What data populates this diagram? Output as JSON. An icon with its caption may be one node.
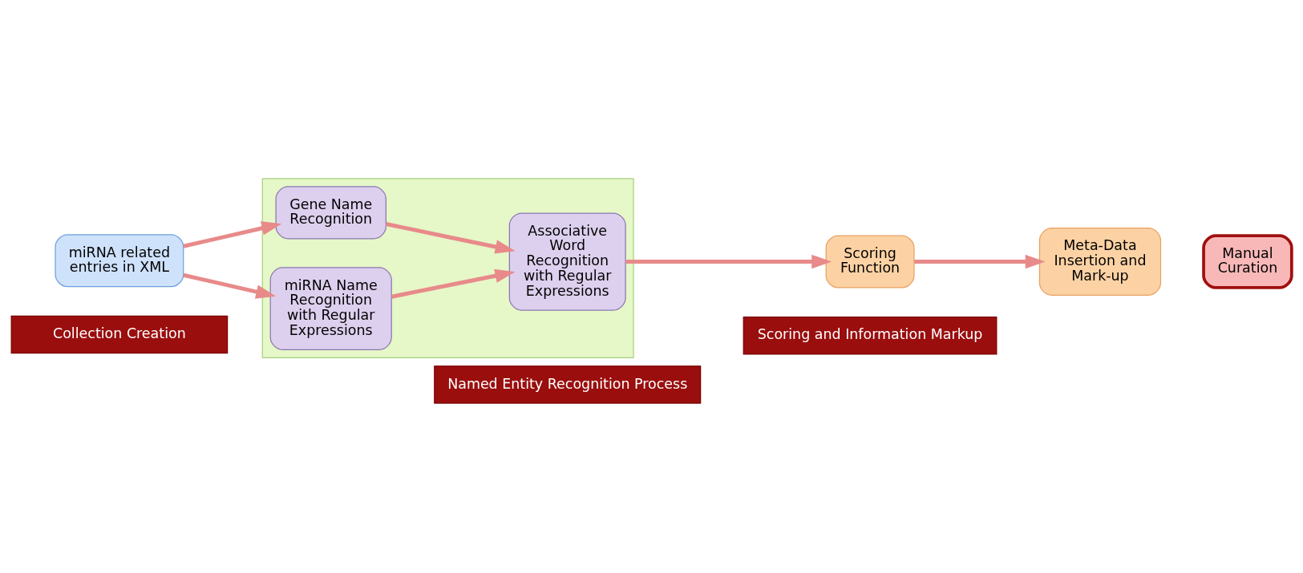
{
  "diagram": {
    "nodes": [
      {
        "text": [
          "miRNA related entries in XML"
        ]
      },
      {
        "text": [],
        "shape": "box"
      },
      {
        "text": [
          "Gene Name Recognition"
        ],
        "in": 1
      },
      {
        "text": [
          "Associative Word Recognition with Regular Expressions"
        ],
        "in": 1
      },
      {
        "text": [
          "miRNA Name Recognition with Regular Expressions"
        ],
        "in": 1
      },
      {
        "text": [
          "Scoring Function"
        ]
      },
      {
        "text": [
          "Meta-Data Insertion and Mark-up"
        ]
      },
      {
        "text": [
          "Manual Curation"
        ]
      },
      {
        "text": [
          "Collection Creation"
        ]
      },
      {
        "text": [
          "Named Entity Recognition Process"
        ]
      },
      {
        "text": [
          "Scoring and Information Markup"
        ]
      }
    ],
    "edges": [
      {
        "from": 0,
        "to": 2,
        "arrow": "to"
      },
      {
        "from": 0,
        "to": 4,
        "arrow": "to"
      },
      {
        "from": 2,
        "to": 3,
        "arrow": "to"
      },
      {
        "from": 4,
        "to": 3,
        "arrow": "to"
      },
      {
        "from": 3,
        "to": 5,
        "arrow": "to"
      },
      {
        "from": 5,
        "to": 6,
        "arrow": "to"
      }
    ]
  }
}
